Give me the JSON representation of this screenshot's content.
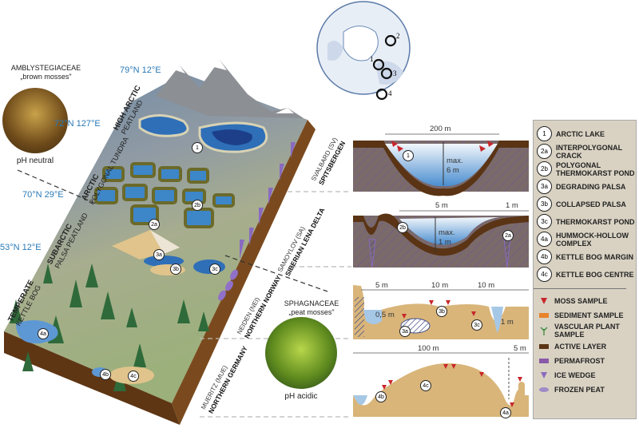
{
  "moss_left": {
    "family": "AMBLYSTEGIACEAE",
    "common": "„brown mosses\"",
    "ph": "pH neutral"
  },
  "moss_right": {
    "family": "SPHAGNACEAE",
    "common": "„peat mosses\"",
    "ph": "pH acidic"
  },
  "coords": [
    "79°N 12°E",
    "72°N 127°E",
    "70°N 29°E",
    "53°N 12°E"
  ],
  "zones": [
    {
      "name": "HIGH ARCTIC",
      "type": "PEATLAND"
    },
    {
      "name": "ARCTIC",
      "type": "POLYGONAL TUNDRA"
    },
    {
      "name": "SUBARCTIC",
      "type": "PALSA   PEATLAND"
    },
    {
      "name": "TEMPERATE",
      "type": "KETTLE   BOG"
    }
  ],
  "sites": [
    {
      "code": "SVALBARD (SV)",
      "region": "SPITSBERGEN"
    },
    {
      "code": "SAMOYLOV (SA)",
      "region": "SIBERIAN LENA DELTA"
    },
    {
      "code": "NEIDEN (NEI)",
      "region": "NORTHERN NORWAY"
    },
    {
      "code": "MUERITZ (MUE)",
      "region": "NORTHERN GERMANY"
    }
  ],
  "map_labels": [
    "1",
    "2",
    "3",
    "4"
  ],
  "block_markers": [
    "1",
    "2a",
    "2b",
    "3a",
    "3b",
    "3c",
    "4a",
    "4b",
    "4c"
  ],
  "sections": {
    "s1": {
      "width": "200 m",
      "depth": "max.\n6 m",
      "marker": "1"
    },
    "s2": {
      "width1": "5 m",
      "width2": "1 m",
      "depth": "max.\n1 m",
      "m1": "2b",
      "m2": "2a"
    },
    "s3": {
      "w1": "5 m",
      "w2": "10 m",
      "w3": "10 m",
      "d1": "0,5 m",
      "d2": "1 m",
      "m1": "3a",
      "m2": "3b",
      "m3": "3c"
    },
    "s4": {
      "w1": "100 m",
      "w2": "5 m",
      "m1": "4b",
      "m2": "4c",
      "m3": "4a"
    }
  },
  "legend": {
    "sites": [
      {
        "num": "1",
        "label": "ARCTIC LAKE"
      },
      {
        "num": "2a",
        "label": "INTERPOLYGONAL CRACK"
      },
      {
        "num": "2b",
        "label": "POLYGONAL THERMOKARST POND"
      },
      {
        "num": "3a",
        "label": "DEGRADING PALSA"
      },
      {
        "num": "3b",
        "label": "COLLAPSED PALSA"
      },
      {
        "num": "3c",
        "label": "THERMOKARST POND"
      },
      {
        "num": "4a",
        "label": "HUMMOCK-HOLLOW COMPLEX"
      },
      {
        "num": "4b",
        "label": "KETTLE BOG MARGIN"
      },
      {
        "num": "4c",
        "label": "KETTLE BOG CENTRE"
      }
    ],
    "symbols": [
      {
        "icon": "moss-sample-icon",
        "label": "MOSS SAMPLE",
        "color": "#c8262a"
      },
      {
        "icon": "sediment-sample-icon",
        "label": "SEDIMENT SAMPLE",
        "color": "#e8832a"
      },
      {
        "icon": "vascular-plant-icon",
        "label": "VASCULAR PLANT SAMPLE",
        "color": "#3a8a3a"
      },
      {
        "icon": "active-layer-icon",
        "label": "ACTIVE LAYER",
        "color": "#5a3414"
      },
      {
        "icon": "permafrost-icon",
        "label": "PERMAFROST",
        "color": "#8a5aa8"
      },
      {
        "icon": "ice-wedge-icon",
        "label": "ICE WEDGE",
        "color": "#8a6ac0"
      },
      {
        "icon": "frozen-peat-icon",
        "label": "FROZEN PEAT",
        "color": "#a08ac8"
      }
    ]
  }
}
